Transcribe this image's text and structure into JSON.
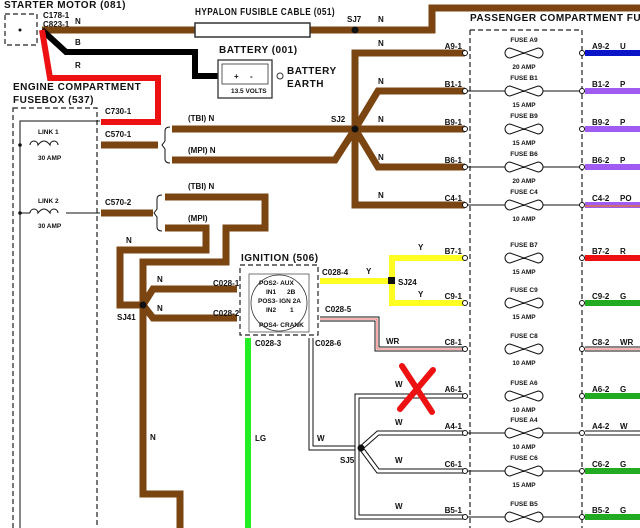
{
  "starter_motor": {
    "title": "STARTER MOTOR (081)",
    "conn1": "C178-1",
    "conn2": "C823-1"
  },
  "hypalon": {
    "title": "HYPALON FUSIBLE CABLE (051)"
  },
  "battery": {
    "title": "BATTERY (001)",
    "plus": "+",
    "minus": "-",
    "volts": "13.5 VOLTS",
    "earth_line1": "BATTERY",
    "earth_line2": "EARTH"
  },
  "engine_fusebox": {
    "title_line1": "ENGINE COMPARTMENT",
    "title_line2": "FUSEBOX (537)",
    "links": [
      {
        "name": "LINK 1",
        "rating": "30 AMP"
      },
      {
        "name": "LINK 2",
        "rating": "30 AMP"
      }
    ],
    "connectors": [
      "C730-1",
      "C570-1",
      "C570-2"
    ]
  },
  "wire_labels": {
    "n_top": "N",
    "b": "B",
    "r": "R",
    "n_a9": "N",
    "sj7": "SJ7",
    "sj2": "SJ2",
    "tbi1": "(TBI)  N",
    "mpi1": "(MPI)  N",
    "tbi2": "(TBI)  N",
    "mpi2": "(MPI)",
    "n_b1": "N",
    "n_b9": "N",
    "n_b6": "N",
    "n_c4": "N",
    "n_left": "N",
    "n_ign1": "N",
    "n_ign2": "N",
    "sj41": "SJ41",
    "n_down": "N",
    "y1": "Y",
    "y2": "Y",
    "y3": "Y",
    "sj24": "SJ24",
    "wr": "WR",
    "lg": "LG",
    "w_ign": "W",
    "w_a6": "W",
    "w_a4": "W",
    "w_c6": "W",
    "w_b5": "W",
    "sj5": "SJ5"
  },
  "ignition": {
    "title": "IGNITION (506)",
    "connectors": [
      "C028-1",
      "C028-2",
      "C028-3",
      "C028-4",
      "C028-5",
      "C028-6"
    ],
    "pos2": "POS2- AUX",
    "in1": "IN1",
    "p2b": "2B",
    "pos3": "POS3- IGN 2A",
    "in2": "IN2",
    "p1": "1",
    "pos4": "POS4- CRANK"
  },
  "passenger_fusebox": {
    "title": "PASSENGER COMPARTMENT FUSEBOX",
    "fuses": [
      {
        "in": "A9-1",
        "fuse": "FUSE A9",
        "rating": "20 AMP",
        "out": "A9-2",
        "color_code": "U",
        "color": "#0a14c8"
      },
      {
        "in": "B1-1",
        "fuse": "FUSE B1",
        "rating": "15 AMP",
        "out": "B1-2",
        "color_code": "P",
        "color": "#a05cf0"
      },
      {
        "in": "B9-1",
        "fuse": "FUSE B9",
        "rating": "15 AMP",
        "out": "B9-2",
        "color_code": "P",
        "color": "#a05cf0"
      },
      {
        "in": "B6-1",
        "fuse": "FUSE B6",
        "rating": "20 AMP",
        "out": "B6-2",
        "color_code": "P",
        "color": "#a05cf0"
      },
      {
        "in": "C4-1",
        "fuse": "FUSE C4",
        "rating": "10 AMP",
        "out": "C4-2",
        "color_code": "PO",
        "color": "#a05cf0"
      },
      {
        "in": "B7-1",
        "fuse": "FUSE B7",
        "rating": "15 AMP",
        "out": "B7-2",
        "color_code": "R",
        "color": "#ee1111"
      },
      {
        "in": "C9-1",
        "fuse": "FUSE C9",
        "rating": "15 AMP",
        "out": "C9-2",
        "color_code": "G",
        "color": "#22aa22"
      },
      {
        "in": "C8-1",
        "fuse": "FUSE C8",
        "rating": "10 AMP",
        "out": "C8-2",
        "color_code": "WR",
        "color": "#ffffff"
      },
      {
        "in": "A6-1",
        "fuse": "FUSE A6",
        "rating": "10 AMP",
        "out": "A6-2",
        "color_code": "G",
        "color": "#22aa22"
      },
      {
        "in": "A4-1",
        "fuse": "FUSE A4",
        "rating": "10 AMP",
        "out": "A4-2",
        "color_code": "W",
        "color": "#ffffff"
      },
      {
        "in": "C6-1",
        "fuse": "FUSE C6",
        "rating": "15 AMP",
        "out": "C6-2",
        "color_code": "G",
        "color": "#22aa22"
      },
      {
        "in": "B5-1",
        "fuse": "FUSE B5",
        "rating": "",
        "out": "B5-2",
        "color_code": "G",
        "color": "#22aa22"
      }
    ]
  },
  "colors": {
    "brown": "#7a4511",
    "red": "#ee1111",
    "black": "#000000",
    "yellow": "#ffff22",
    "light_green": "#22ee22",
    "annotation_x": "#ee1111"
  },
  "annotation": {
    "type": "red-x-mark",
    "target": "A6-1"
  }
}
